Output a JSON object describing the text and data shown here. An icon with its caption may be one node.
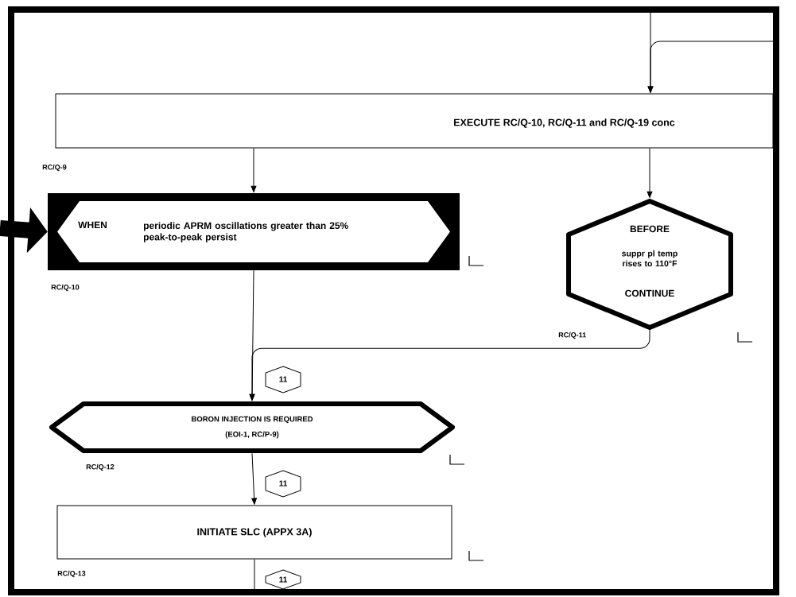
{
  "diagram": {
    "nodes": [
      {
        "text": [
          "EXECUTE RC/Q-10, RC/Q-11 and RC/Q-19 conc"
        ],
        "beside": [
          "RC/Q-9"
        ]
      },
      {
        "text": [
          "WHEN",
          "periodic APRM oscillations greater than 25% peak-to-peak persist"
        ],
        "beside": [
          "RC/Q-10"
        ]
      },
      {
        "text": [
          "BEFORE",
          "suppr pl temp rises to 110°F",
          "CONTINUE"
        ],
        "beside": [
          "RC/Q-11"
        ]
      },
      {
        "text": [
          "BORON INJECTION IS REQUIRED",
          "(EOI-1, RC/P-9)"
        ],
        "beside": [
          "RC/Q-12"
        ]
      },
      {
        "text": [
          "INITIATE SLC (APPX 3A)"
        ],
        "beside": [
          "RC/Q-13"
        ]
      },
      {
        "text": [
          "11"
        ]
      },
      {
        "text": [
          "11"
        ]
      },
      {
        "text": [
          "11"
        ]
      }
    ],
    "edges": [
      {
        "from": null,
        "to": 0,
        "arrow": "to"
      },
      {
        "from": null,
        "to": 0,
        "arrow": "to"
      },
      {
        "from": 0,
        "to": 1,
        "arrow": "to"
      },
      {
        "from": 0,
        "to": 2,
        "arrow": "to"
      },
      {
        "from": null,
        "to": 1,
        "arrow": "to",
        "style": "thick"
      },
      {
        "from": 1,
        "to": 3,
        "arrow": "to"
      },
      {
        "from": 2,
        "to": 3,
        "arrow": "to"
      },
      {
        "from": 3,
        "to": 4,
        "arrow": "to"
      },
      {
        "from": 4,
        "to": null,
        "arrow": "none"
      }
    ]
  }
}
